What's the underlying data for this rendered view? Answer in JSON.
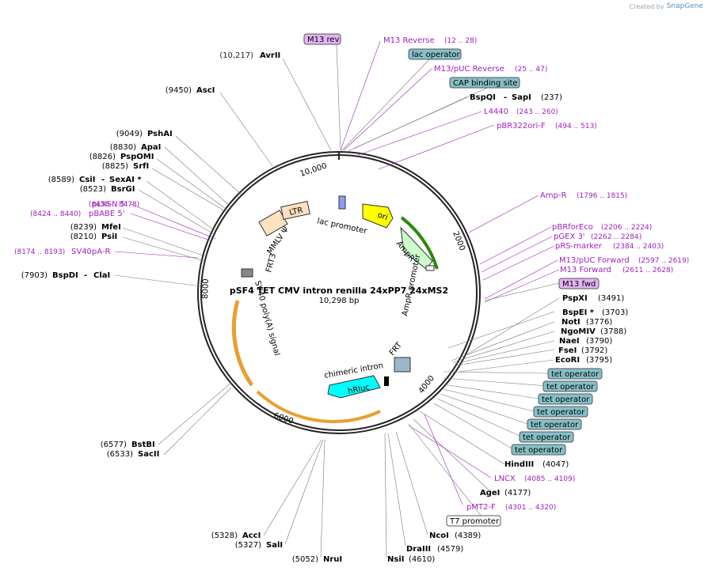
{
  "credit": {
    "created_by": "Created by",
    "brand": "SnapGene"
  },
  "map": {
    "title": "pSF4 TET CMV intron renilla 24xPP7 24xMS2",
    "size_label": "10,298 bp",
    "ruler": [
      "10,000",
      "2000",
      "4000",
      "6000",
      "8000"
    ]
  },
  "features": [
    {
      "label": "lac promoter",
      "color": "#8e9cf0"
    },
    {
      "label": "ori",
      "color": "#ffff00"
    },
    {
      "label": "AmpR",
      "color": "#ccffcc"
    },
    {
      "label": "AmpR promoter",
      "color": "#ffffff"
    },
    {
      "label": "FRT",
      "color": "#ffffff"
    },
    {
      "label": "chimeric intron",
      "color": "#000000"
    },
    {
      "label": "hRluc",
      "color": "#00ffff"
    },
    {
      "label": "SV40 poly(A) signal",
      "color": "#ffffff"
    },
    {
      "label": "FRT3",
      "color": "#ffffff"
    },
    {
      "label": "LTR",
      "color": "#ffe0c0"
    },
    {
      "label": "MMLV Ψ",
      "color": "#ffe0c0"
    }
  ],
  "sites": [
    {
      "name": "AvrII",
      "pos": "(10,217)"
    },
    {
      "name": "AscI",
      "pos": "(9450)"
    },
    {
      "name": "PshAI",
      "pos": "(9049)"
    },
    {
      "name": "ApaI",
      "pos": "(8830)"
    },
    {
      "name": "PspOMI",
      "pos": "(8826)"
    },
    {
      "name": "SrfI",
      "pos": "(8825)"
    },
    {
      "name": "CsiI",
      "name2": "SexAI *",
      "pos": "(8589)"
    },
    {
      "name": "BsrGI",
      "pos": "(8523)"
    },
    {
      "name": "MfeI",
      "pos": "(8239)"
    },
    {
      "name": "PsiI",
      "pos": "(8210)"
    },
    {
      "name": "BspDI",
      "name2": "ClaI",
      "pos": "(7903)"
    },
    {
      "name": "BstBI",
      "pos": "(6577)"
    },
    {
      "name": "SacII",
      "pos": "(6533)"
    },
    {
      "name": "AccI",
      "pos": "(5328)"
    },
    {
      "name": "SalI",
      "pos": "(5327)"
    },
    {
      "name": "NruI",
      "pos": "(5052)"
    },
    {
      "name": "NsiI",
      "pos": "(4610)"
    },
    {
      "name": "DraIII",
      "pos": "(4579)"
    },
    {
      "name": "NcoI",
      "pos": "(4389)"
    },
    {
      "name": "AgeI",
      "pos": "(4177)"
    },
    {
      "name": "HindIII",
      "pos": "(4047)"
    },
    {
      "name": "EcoRI",
      "pos": "(3795)"
    },
    {
      "name": "FseI",
      "pos": "(3792)"
    },
    {
      "name": "NaeI",
      "pos": "(3790)"
    },
    {
      "name": "NgoMIV",
      "pos": "(3788)"
    },
    {
      "name": "NotI",
      "pos": "(3776)"
    },
    {
      "name": "BspEI *",
      "pos": "(3703)"
    },
    {
      "name": "PspXI",
      "pos": "(3491)"
    },
    {
      "name": "BspQI",
      "name2": "SapI",
      "pos": "(237)"
    }
  ],
  "primers": [
    {
      "name": "M13 Reverse",
      "pos": "(12 .. 28)"
    },
    {
      "name": "M13/pUC Reverse",
      "pos": "(25 .. 47)"
    },
    {
      "name": "L4440",
      "pos": "(243 .. 260)"
    },
    {
      "name": "pBR322ori-F",
      "pos": "(494 .. 513)"
    },
    {
      "name": "Amp-R",
      "pos": "(1796 .. 1815)"
    },
    {
      "name": "pBRforEco",
      "pos": "(2206 .. 2224)"
    },
    {
      "name": "pGEX 3'",
      "pos": "(2262 .. 2284)"
    },
    {
      "name": "pRS-marker",
      "pos": "(2384 .. 2403)"
    },
    {
      "name": "M13/pUC Forward",
      "pos": "(2597 .. 2619)"
    },
    {
      "name": "M13 Forward",
      "pos": "(2611 .. 2628)"
    },
    {
      "name": "LNCX",
      "pos": "(4085 .. 4109)"
    },
    {
      "name": "pMT2-F",
      "pos": "(4301 .. 4320)"
    },
    {
      "name": "pLXSN 5'",
      "pos": "(8456 .. 8478)"
    },
    {
      "name": "pBABE 5'",
      "pos": "(8424 .. 8440)"
    },
    {
      "name": "SV40pA-R",
      "pos": "(8174 .. 8193)"
    }
  ],
  "boxes": {
    "m13rev": "M13 rev",
    "lacop": "lac operator",
    "cap": "CAP binding site",
    "m13fwd": "M13 fwd",
    "tetop": "tet operator",
    "t7": "T7 promoter"
  },
  "colors": {
    "enzyme": "#000000",
    "primer": "#a020c0",
    "primer_box": "#e6b3f5",
    "feature_box": "#86c0c8",
    "ring": "#222222"
  }
}
